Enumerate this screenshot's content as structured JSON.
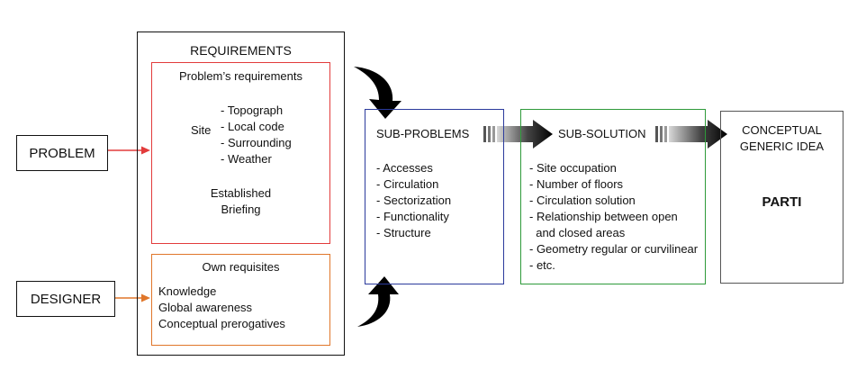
{
  "problem": {
    "label": "PROBLEM"
  },
  "designer": {
    "label": "DESIGNER"
  },
  "requirements": {
    "title": "REQUIREMENTS",
    "problems_requirements": {
      "title": "Problem’s requirements",
      "site_label": "Site",
      "site_items": [
        "- Topograph",
        "- Local code",
        "- Surrounding",
        "- Weather"
      ],
      "established": "Established",
      "briefing": "Briefing"
    },
    "own_requisites": {
      "title": "Own requisites",
      "items": [
        "Knowledge",
        "Global awareness",
        "Conceptual prerogatives"
      ]
    }
  },
  "sub_problems": {
    "title": "SUB-PROBLEMS",
    "items": [
      "- Accesses",
      "- Circulation",
      "- Sectorization",
      "- Functionality",
      "- Structure"
    ]
  },
  "sub_solution": {
    "title": "SUB-SOLUTION",
    "items": [
      "- Site occupation",
      "- Number of floors",
      "- Circulation solution",
      "- Relationship between open",
      "  and closed areas",
      "- Geometry regular or curvilinear",
      "- etc."
    ]
  },
  "conceptual": {
    "title_line1": "CONCEPTUAL",
    "title_line2": "GENERIC IDEA",
    "parti": "PARTI"
  },
  "colors": {
    "black": "#111111",
    "red": "#e23b3b",
    "orange": "#e0762a",
    "blue": "#2b3a9c",
    "green": "#2e9a3a",
    "gray_border": "#555555"
  }
}
